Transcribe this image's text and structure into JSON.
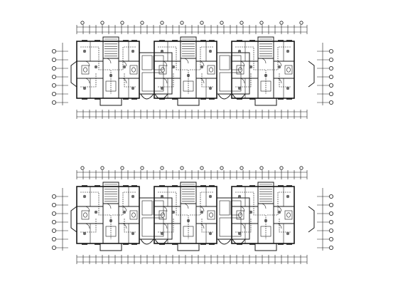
{
  "drawing": {
    "kind": "architectural floor plan (electrical layout)",
    "plans": [
      {
        "name": "upper-plan",
        "units": 3
      },
      {
        "name": "lower-plan",
        "units": 3
      }
    ],
    "colors": {
      "ink": "#1a1a1a",
      "paper": "#ffffff"
    }
  }
}
